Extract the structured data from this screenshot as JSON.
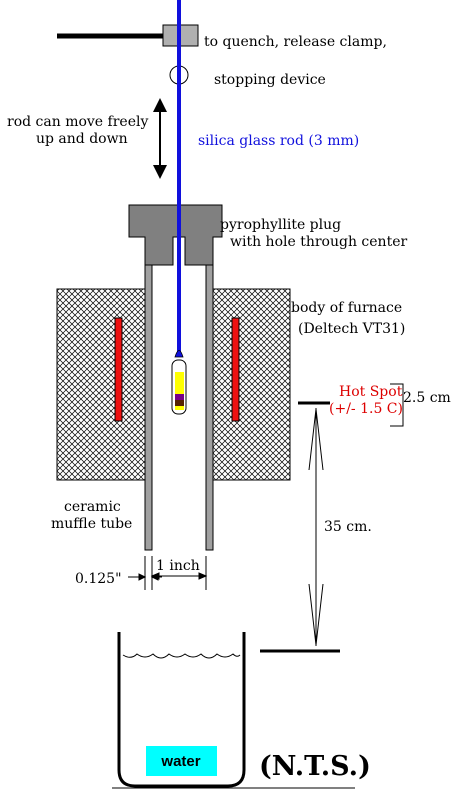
{
  "labels": {
    "quench": "to quench, release clamp,",
    "stopping": "stopping device",
    "rod_move_1": "rod can move freely",
    "rod_move_2": "up and down",
    "silica_rod": "silica glass rod (3 mm)",
    "plug_1": "pyrophyllite plug",
    "plug_2": "with hole through center",
    "body_1": "body of furnace",
    "body_2": "(Deltech VT31)",
    "hot_spot_1": "Hot Spot",
    "hot_spot_2": "(+/- 1.5 C)",
    "hot_zone": "2.5 cm",
    "muffle_1": "ceramic",
    "muffle_2": "muffle tube",
    "inner_dia": "1 inch",
    "wall": "0.125\"",
    "drop": "35 cm.",
    "water": "water",
    "nts": "(N.T.S.)"
  },
  "colors": {
    "rod": "#1010dd",
    "heater": "#ee1111",
    "hot_spot_text": "#dd0000",
    "plug": "#808080",
    "muffle_wall": "#a0a0a0",
    "water_label_bg": "#00ffff",
    "sample_yellow": "#ffff00",
    "sample_purple": "#770088",
    "sample_dark": "#552200"
  }
}
